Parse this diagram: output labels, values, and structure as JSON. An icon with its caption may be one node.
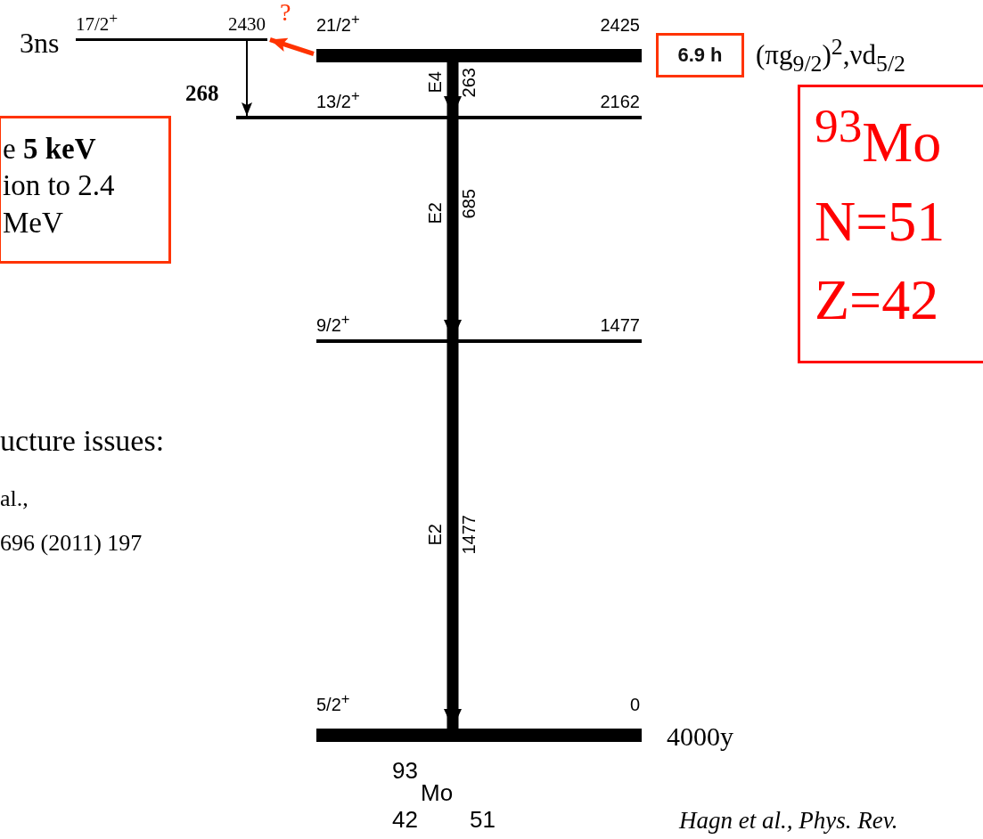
{
  "diagram": {
    "nodes": [
      {
        "text": [
          "17/2$^{+}$",
          "2430"
        ],
        "beside": [
          "3ns"
        ]
      },
      {
        "text": [
          "21/2$^{+}$",
          "2425"
        ]
      },
      {
        "text": [
          "13/2$^{+}$",
          "2162"
        ]
      },
      {
        "text": [
          "9/2$^{+}$",
          "1477"
        ]
      },
      {
        "text": [
          "5/2$^{+}$",
          "0"
        ],
        "beside": [
          "4000y"
        ]
      },
      {
        "text": [
          "6.9 h"
        ],
        "beside": [
          "(πg$_{9/2}$)$^{2}$,νd$_{5/2}$"
        ]
      },
      {
        "text": [
          "e **5 keV** ion to 2.4 MeV"
        ]
      },
      {
        "text": [
          "$^{93}$Mo",
          "N=51",
          "Z=42"
        ]
      }
    ],
    "edges": [
      {
        "from": 1,
        "to": 0,
        "arrow": "to",
        "label": "?",
        "color": "#ff3300"
      },
      {
        "from": 1,
        "to": 2,
        "arrow": "to",
        "label": "263"
      },
      {
        "from": 2,
        "to": 3,
        "arrow": "to",
        "label": "685"
      },
      {
        "from": 3,
        "to": 4,
        "arrow": "to",
        "label": "1477"
      },
      {
        "from": 0,
        "to": 2,
        "arrow": "to",
        "label": "268"
      }
    ],
    "labels": [
      "E4",
      "E2",
      "ucture issues:",
      "al.,",
      "696 (2011) 197",
      "E2",
      "93",
      "Mo",
      "42",
      "51",
      "Hagn et al., Phys. Rev."
    ]
  }
}
